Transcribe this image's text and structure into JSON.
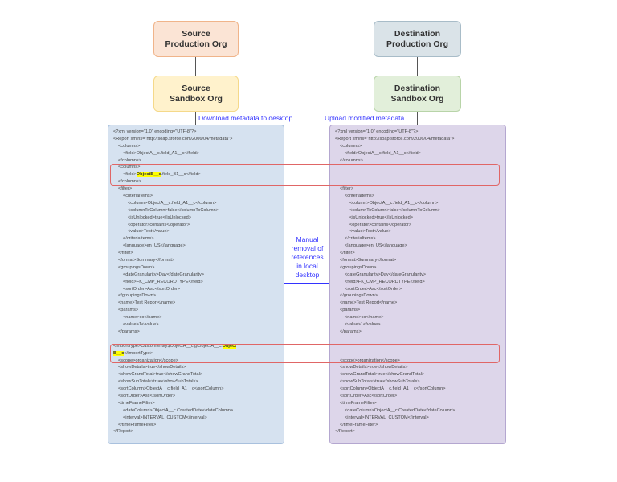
{
  "source_production_org": "Source\nProduction Org",
  "source_sandbox_org": "Source\nSandbox Org",
  "destination_production_org": "Destination\nProduction Org",
  "destination_sandbox_org": "Destination\nSandbox Org",
  "download_label": "Download metadata to desktop",
  "upload_label": "Upload modified metadata",
  "manual_step_label": "Manual\nremoval of\nreferences\nin local\ndesktop",
  "colors": {
    "highlight": "#ffff00",
    "removal_box": "#e06666",
    "annotation": "#3333ff"
  },
  "source_xml": {
    "header": [
      "<?xml version=\"1.0\" encoding=\"UTF-8\"?>",
      "<Report xmlns=\"http://soap.sforce.com/2006/04/metadata\">"
    ],
    "columns_a": [
      "<columns>",
      "<field>ObjectA__c.field_A1__c</field>",
      "</columns>"
    ],
    "columns_b": {
      "open": "<columns>",
      "field_prefix": "<field>",
      "field_highlight": "ObjectB__c",
      "field_suffix": ".field_B1__c</field>",
      "close": "</columns>"
    },
    "filter": [
      "<filter>",
      "<criteriaItems>",
      "<column>ObjectA__c.field_A1__c</column>",
      "<columnToColumn>false</columnToColumn>",
      "<isUnlocked>true</isUnlocked>",
      "<operator>contains</operator>",
      "<value>Test</value>",
      "</criteriaItems>",
      "<language>en_US</language>",
      "</filter>"
    ],
    "middle": [
      "<format>Summary</format>",
      "<groupingsDown>",
      "<dateGranularity>Day</dateGranularity>",
      "<field>FK_CMP_RECORDTYPE</field>",
      "<sortOrder>Asc</sortOrder>",
      "</groupingsDown>",
      "<name>Test Report</name>",
      "<params>",
      "<name>co</name>",
      "<value>1</value>",
      "</params>"
    ],
    "import_type": {
      "prefix": "<importType>CustomEntity$ObjectA__c@ObjectA__c.",
      "highlight1": "Object",
      "highlight2": "B__c",
      "suffix": "</importType>"
    },
    "tail": [
      "<scope>organization</scope>",
      "<showDetails>true</showDetails>",
      "<showGrandTotal>true</showGrandTotal>",
      "<showSubTotals>true</showSubTotals>",
      "<sortColumn>ObjectA__c.field_A1__c</sortColumn>",
      "<sortOrder>Asc</sortOrder>",
      "<timeFrameFilter>",
      "<dateColumn>ObjectA__c.CreatedDate</dateColumn>",
      "<interval>INTERVAL_CUSTOM</interval>",
      "</timeFrameFilter>",
      "</Report>"
    ]
  }
}
